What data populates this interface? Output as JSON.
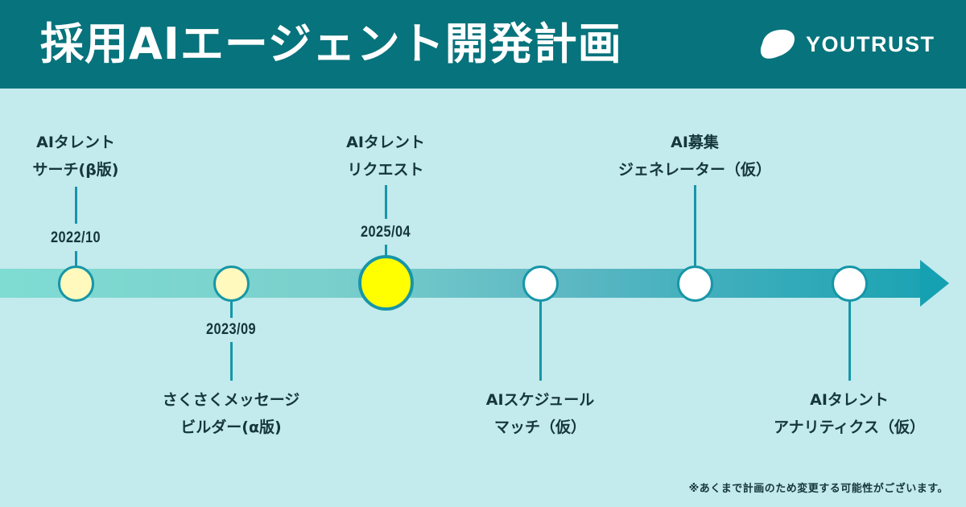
{
  "header": {
    "title": "採用AIエージェント開発計画",
    "background_color": "#07737c",
    "logo": {
      "icon": "youtrust-wave-icon",
      "text": "YOUTRUST"
    }
  },
  "timeline": {
    "bar_gradient": [
      "#7fdcd3",
      "#1ca3b3"
    ],
    "arrow_icon": "arrow-right-icon",
    "milestones": [
      {
        "id": "ai-talent-search",
        "date": "2022/10",
        "label_lines": [
          "AIタレント",
          "サーチ(β版)"
        ],
        "position": "above",
        "status": "released",
        "node_color": "#fff9bd"
      },
      {
        "id": "sakusaku-message-builder",
        "date": "2023/09",
        "label_lines": [
          "さくさくメッセージ",
          "ビルダー(α版)"
        ],
        "position": "below",
        "status": "released",
        "node_color": "#fff9bd"
      },
      {
        "id": "ai-talent-request",
        "date": "2025/04",
        "label_lines": [
          "AIタレント",
          "リクエスト"
        ],
        "position": "above",
        "status": "current",
        "node_color": "#ffff00"
      },
      {
        "id": "ai-schedule-match",
        "date": "",
        "label_lines": [
          "AIスケジュール",
          "マッチ（仮）"
        ],
        "position": "below",
        "status": "planned",
        "node_color": "#ffffff"
      },
      {
        "id": "ai-recruit-generator",
        "date": "",
        "label_lines": [
          "AI募集",
          "ジェネレーター（仮）"
        ],
        "position": "above",
        "status": "planned",
        "node_color": "#ffffff"
      },
      {
        "id": "ai-talent-analytics",
        "date": "",
        "label_lines": [
          "AIタレント",
          "アナリティクス（仮）"
        ],
        "position": "below",
        "status": "planned",
        "node_color": "#ffffff"
      }
    ]
  },
  "footer": {
    "note": "※あくまで計画のため変更する可能性がございます。"
  }
}
